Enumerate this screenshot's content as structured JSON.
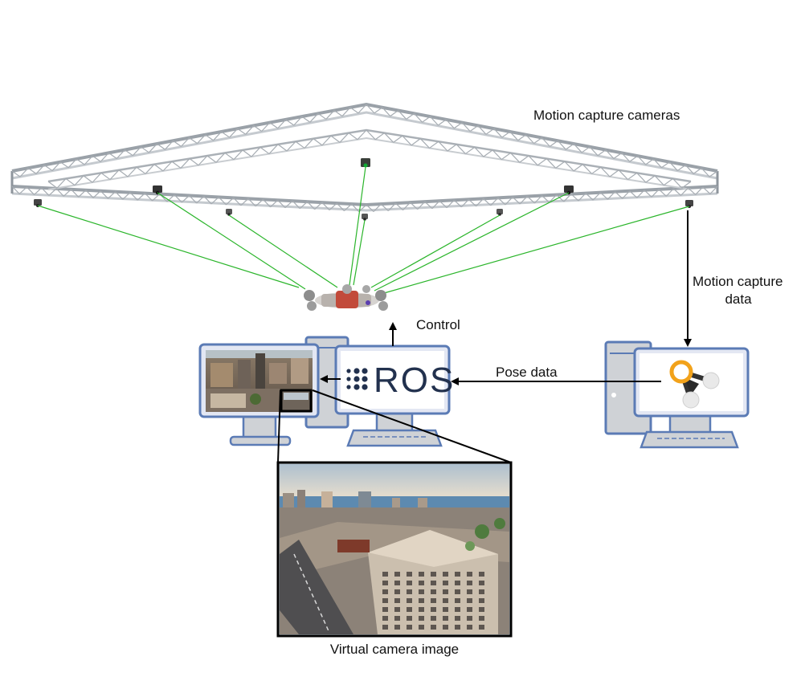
{
  "labels": {
    "mocap_cameras": "Motion capture cameras",
    "mocap_data_line1": "Motion capture",
    "mocap_data_line2": "data",
    "control": "Control",
    "pose_data": "Pose data",
    "virtual_camera": "Virtual camera image"
  },
  "ros_logo_text": "ROS",
  "colors": {
    "truss": "#b9bec4",
    "truss_dark": "#7e858c",
    "tracking_ray": "#2bb52b",
    "monitor_frame": "#5b7bb5",
    "monitor_fill": "#e3e7f3",
    "computer_case": "#cfd2d6",
    "ros_navy": "#22314e",
    "mocap_orange": "#f2a21a",
    "sky": "#c9d5df",
    "sea": "#5d8ab0"
  },
  "icons": [
    "camera-icon",
    "drone-icon",
    "ros-logo-icon",
    "molecule-icon"
  ]
}
